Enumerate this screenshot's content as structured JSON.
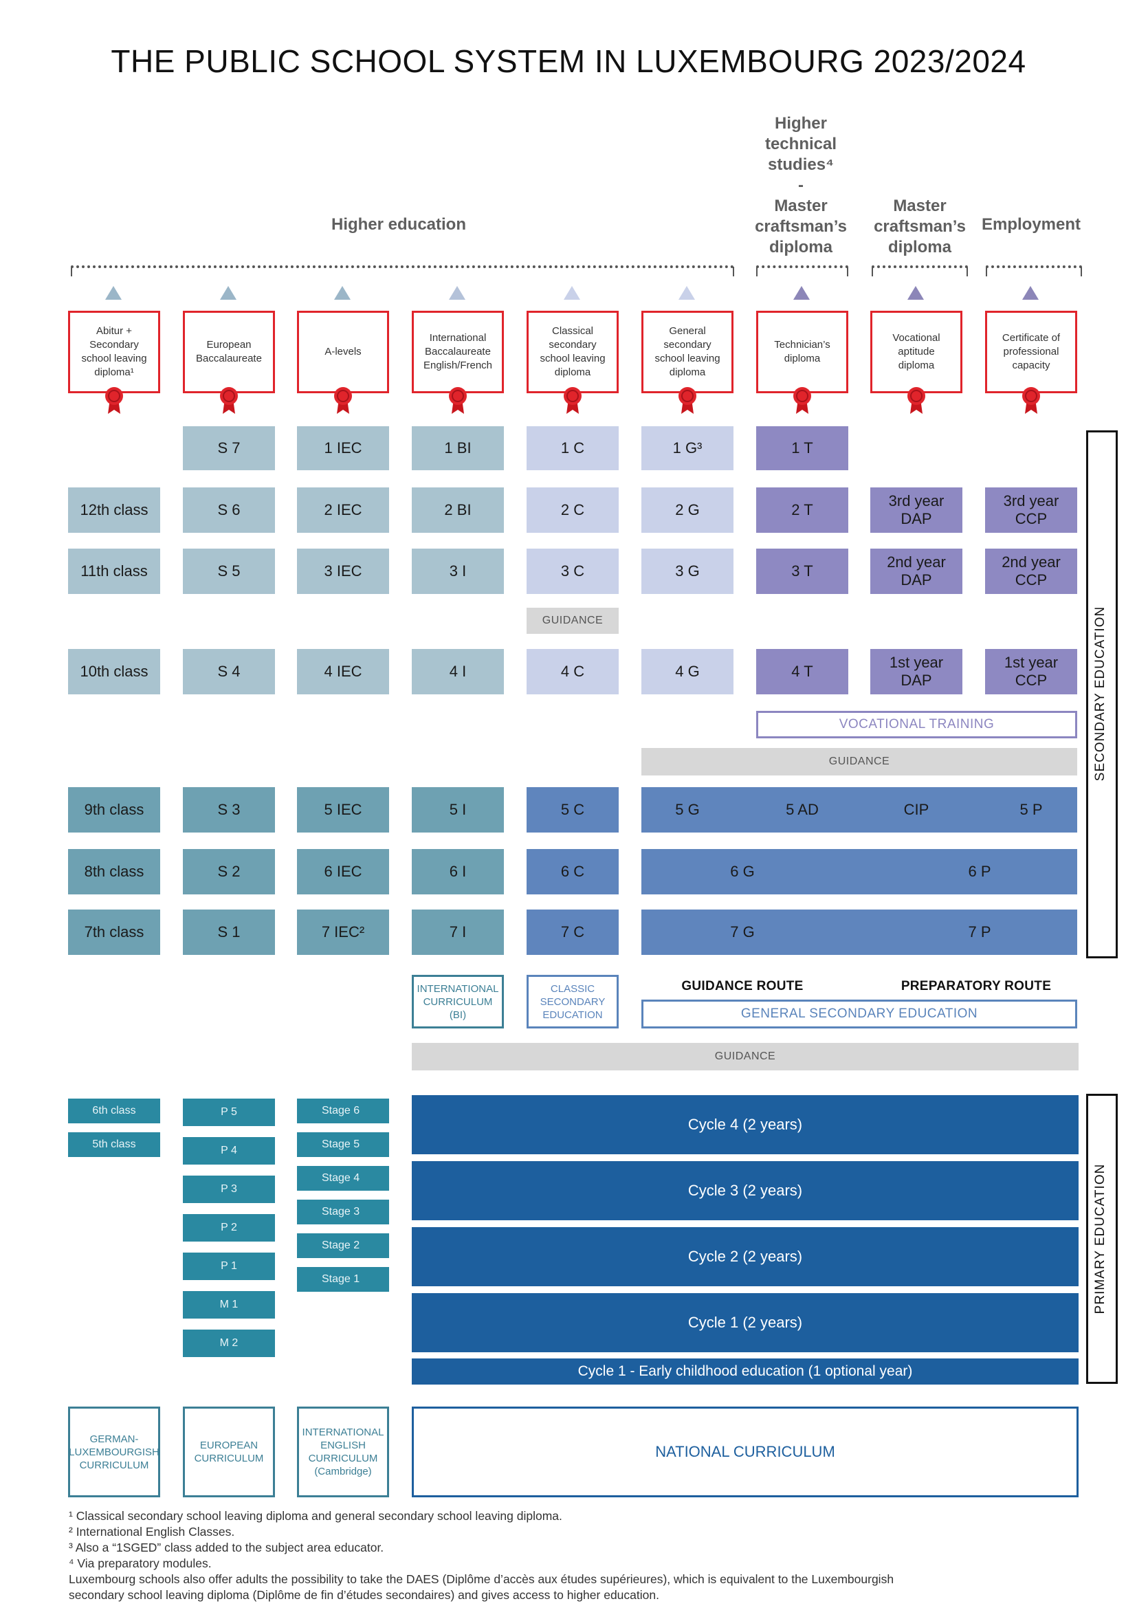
{
  "title": "THE PUBLIC SCHOOL SYSTEM IN LUXEMBOURG 2023/2024",
  "outcomes": {
    "higher_education": "Higher education",
    "higher_technical": "Higher\ntechnical\nstudies⁴\n-\nMaster\ncraftsman’s\ndiploma",
    "master_craftsman": "Master\ncraftsman’s\ndiploma",
    "employment": "Employment"
  },
  "diplomas": [
    "Abitur +\nSecondary\nschool leaving\ndiploma¹",
    "European\nBaccalaureate",
    "A-levels",
    "International\nBaccalaureate\nEnglish/French",
    "Classical\nsecondary\nschool leaving\ndiploma",
    "General\nsecondary\nschool leaving\ndiploma",
    "Technician’s\ndiploma",
    "Vocational\naptitude\ndiploma",
    "Certificate of\nprofessional\ncapacity"
  ],
  "upper_rows": {
    "row1": [
      "S 7",
      "1 IEC",
      "1 BI",
      "1 C",
      "1 G³",
      "1 T"
    ],
    "row2": [
      "12th class",
      "S 6",
      "2 IEC",
      "2 BI",
      "2 C",
      "2 G",
      "2 T",
      "3rd year\nDAP",
      "3rd year\nCCP"
    ],
    "row3": [
      "11th class",
      "S 5",
      "3 IEC",
      "3 I",
      "3 C",
      "3 G",
      "3 T",
      "2nd year\nDAP",
      "2nd year\nCCP"
    ],
    "row4": [
      "10th class",
      "S 4",
      "4 IEC",
      "4 I",
      "4 C",
      "4 G",
      "4 T",
      "1st year\nDAP",
      "1st year\nCCP"
    ]
  },
  "guidance": "GUIDANCE",
  "vocational_training": "VOCATIONAL TRAINING",
  "lower_rows": {
    "row5": [
      "9th class",
      "S 3",
      "5 IEC",
      "5 I",
      "5 C",
      "5 G",
      "5 AD",
      "CIP",
      "5 P"
    ],
    "row6": [
      "8th class",
      "S 2",
      "6 IEC",
      "6 I",
      "6 C",
      "6 G",
      "6 P"
    ],
    "row7": [
      "7th class",
      "S 1",
      "7 IEC²",
      "7 I",
      "7 C",
      "7 G",
      "7 P"
    ]
  },
  "curricula_mid": {
    "international": "INTERNATIONAL\nCURRICULUM\n(BI)",
    "classic": "CLASSIC\nSECONDARY\nEDUCATION",
    "guidance_route": "GUIDANCE ROUTE",
    "preparatory_route": "PREPARATORY ROUTE",
    "general_secondary": "GENERAL SECONDARY EDUCATION"
  },
  "primary": {
    "col1": [
      "6th class",
      "5th class"
    ],
    "col2": [
      "P 5",
      "P 4",
      "P 3",
      "P 2",
      "P 1",
      "M 1",
      "M 2"
    ],
    "col3": [
      "Stage 6",
      "Stage 5",
      "Stage 4",
      "Stage 3",
      "Stage 2",
      "Stage 1"
    ],
    "cycles": [
      "Cycle 4 (2 years)",
      "Cycle 3 (2 years)",
      "Cycle 2 (2 years)",
      "Cycle 1 (2 years)",
      "Cycle 1 - Early childhood education (1 optional year)"
    ]
  },
  "curricula_bottom": {
    "german": "GERMAN-\nLUXEMBOURGISH\nCURRICULUM",
    "european": "EUROPEAN\nCURRICULUM",
    "english": "INTERNATIONAL\nENGLISH\nCURRICULUM\n(Cambridge)",
    "national": "NATIONAL CURRICULUM"
  },
  "side_labels": {
    "secondary": "SECONDARY EDUCATION",
    "primary": "PRIMARY EDUCATION"
  },
  "footnotes": [
    "¹ Classical secondary school leaving diploma and general secondary school leaving diploma.",
    "² International English Classes.",
    "³ Also a “1SGED” class added to the subject area educator.",
    "⁴ Via preparatory modules.",
    "Luxembourg schools also offer adults the possibility to take the DAES (Diplôme d’accès aux études supérieures), which is equivalent to the Luxembourgish",
    "secondary school leaving diploma (Diplôme de fin d’études secondaires) and gives access to higher education."
  ],
  "colors": {
    "diploma_border": "#e0242b",
    "grey_blue": "#a9c3cf",
    "lilac": "#c9d1e9",
    "purple": "#8e89c2",
    "teal": "#6ea1b2",
    "blue": "#5f85bd",
    "low_teal": "#2a89a1",
    "navy": "#1d5f9e"
  }
}
